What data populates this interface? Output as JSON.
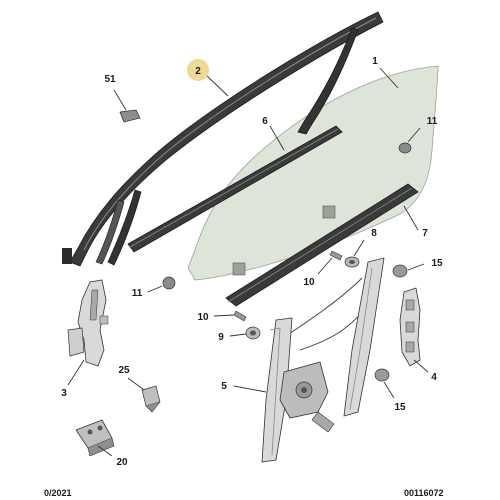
{
  "colors": {
    "glass_fill": "#dde4d8",
    "glass_stroke": "#9aa39a",
    "seal_dark": "#2b2b2b",
    "seal_mid": "#6f6f6f",
    "part_light": "#d9d9d9",
    "part_gray": "#a8a8a8",
    "highlight": "#f3d795"
  },
  "callouts": {
    "c1": "1",
    "c2": "2",
    "c3": "3",
    "c4": "4",
    "c5": "5",
    "c6": "6",
    "c7": "7",
    "c8": "8",
    "c9": "9",
    "c10a": "10",
    "c10b": "10",
    "c11a": "11",
    "c11b": "11",
    "c15a": "15",
    "c15b": "15",
    "c20": "20",
    "c25": "25",
    "c51": "51"
  },
  "footer": {
    "left": "0/2021",
    "right": "00116072"
  }
}
